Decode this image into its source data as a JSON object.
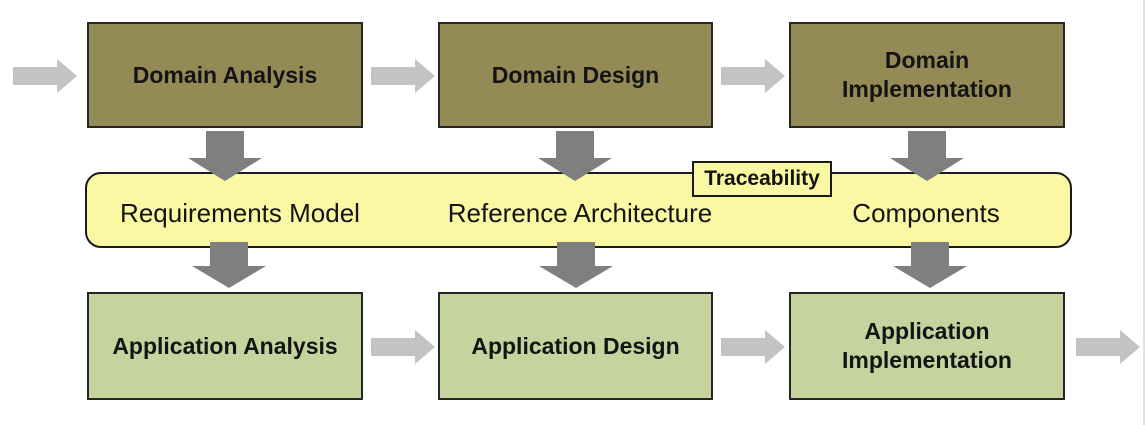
{
  "palette": {
    "domain_box_fill": "#948a55",
    "application_box_fill": "#c5d49e",
    "band_fill": "#fbf8a3",
    "box_border": "#262626",
    "band_border": "#1a1a1a",
    "arrow_down_color": "#7f7f7f",
    "arrow_right_color": "#c3c3c3",
    "text_color": "#141414",
    "page_edge_color": "#e0e0e0"
  },
  "top_row": {
    "boxes": [
      {
        "label": "Domain Analysis"
      },
      {
        "label": "Domain Design"
      },
      {
        "label": "Domain Implementation"
      }
    ]
  },
  "band": {
    "tag": "Traceability",
    "items": [
      {
        "label": "Requirements Model"
      },
      {
        "label": "Reference Architecture"
      },
      {
        "label": "Components"
      }
    ]
  },
  "bottom_row": {
    "boxes": [
      {
        "label": "Application Analysis"
      },
      {
        "label": "Application Design"
      },
      {
        "label": "Application Implementation"
      }
    ]
  }
}
